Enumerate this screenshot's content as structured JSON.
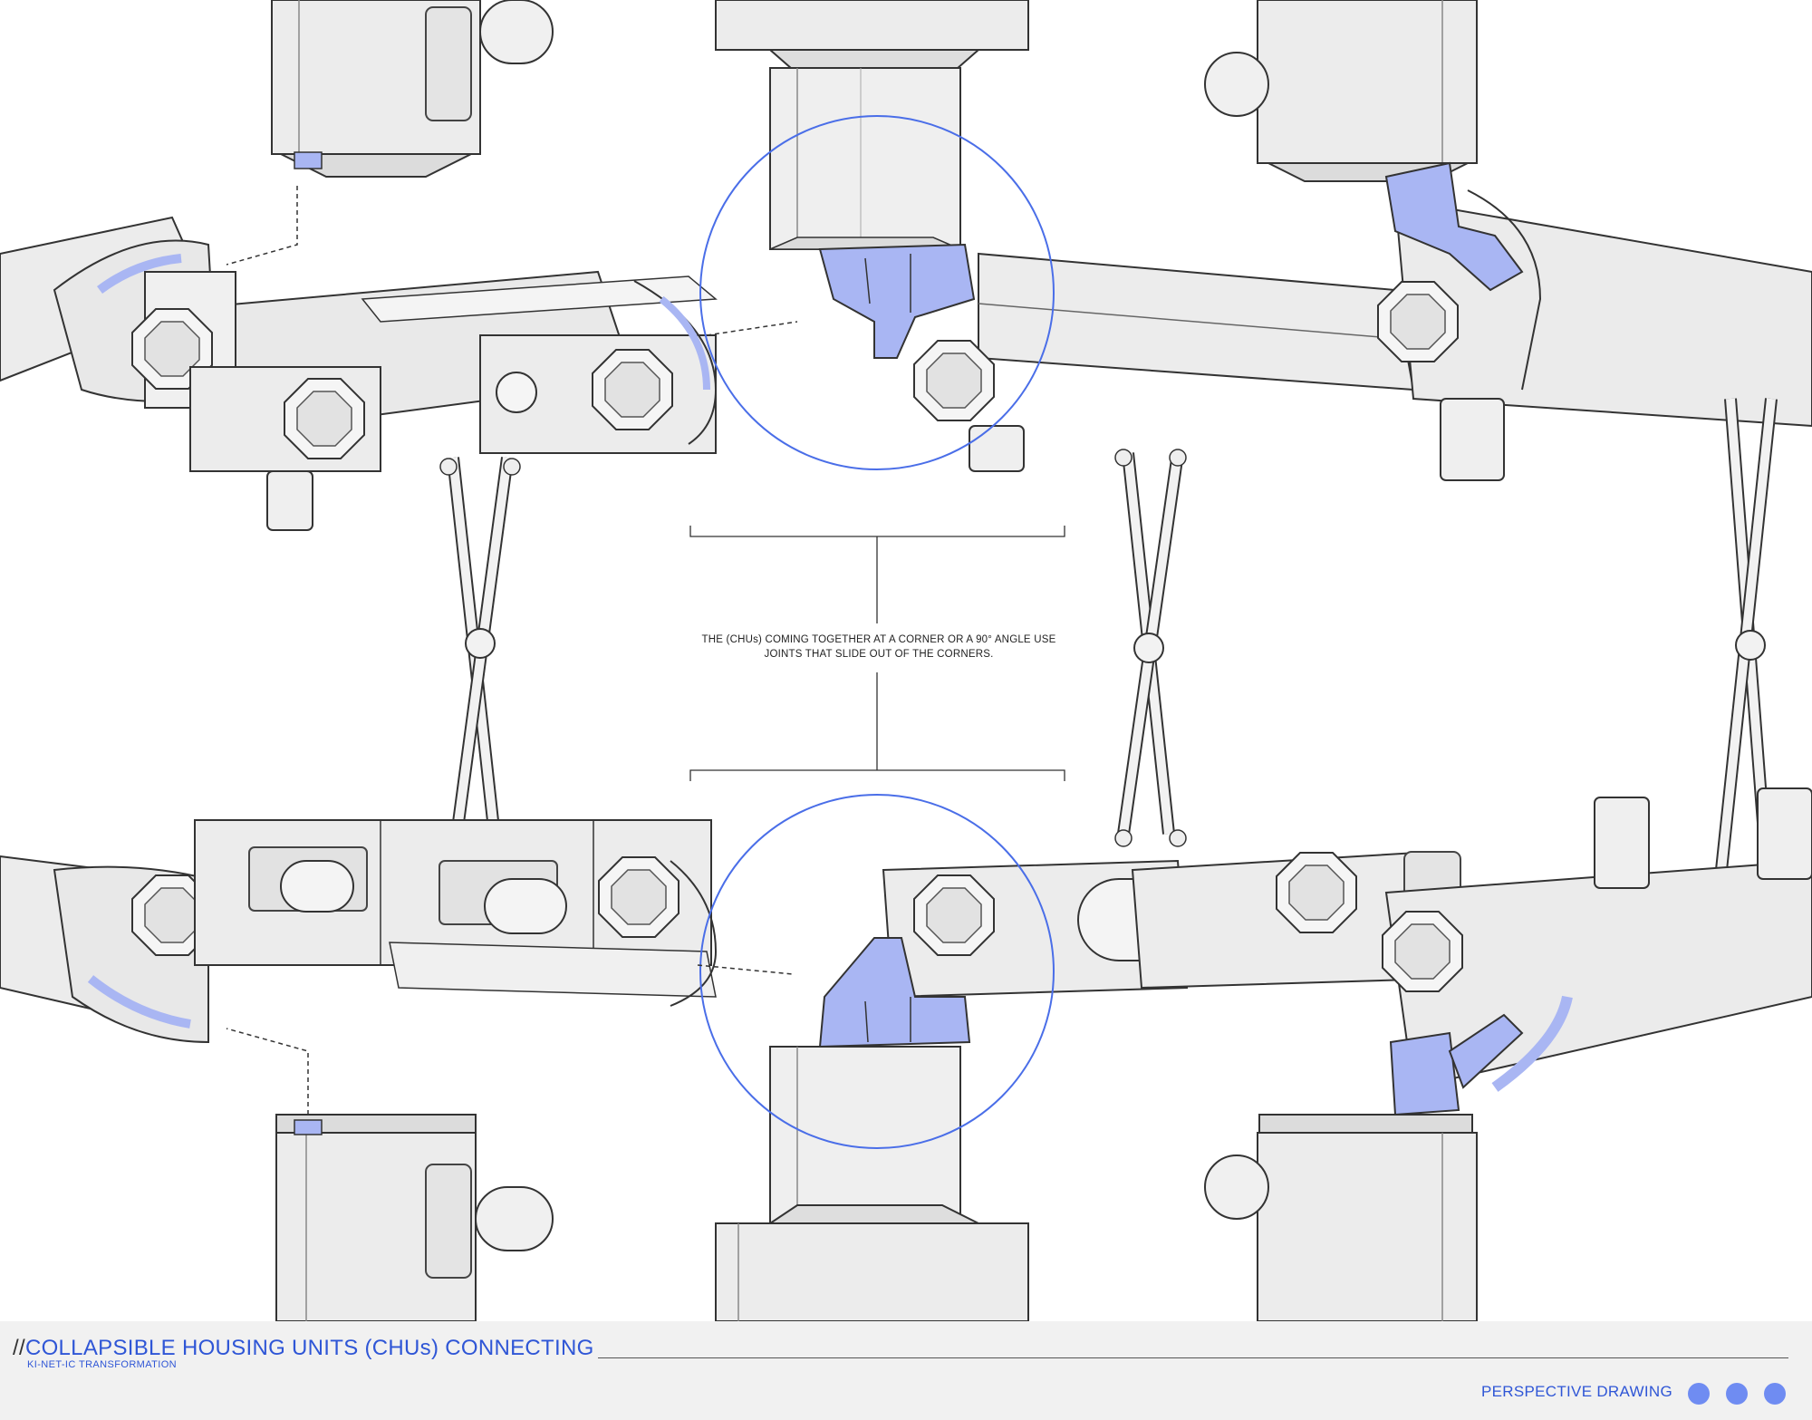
{
  "annotation": {
    "line1": "THE (CHUs) COMING TOGETHER AT A CORNER OR A 90° ANGLE USE",
    "line2": "JOINTS THAT SLIDE OUT OF THE CORNERS."
  },
  "footer": {
    "slashes": "//",
    "title": "COLLAPSIBLE HOUSING UNITS (CHUs) CONNECTING",
    "subtitle": "KI-NET-IC TRANSFORMATION",
    "view_label": "PERSPECTIVE DRAWING"
  },
  "colors": {
    "accent": "#2f56d6",
    "joint_blue": "#a9b6f3",
    "dot_blue": "#6f8cf2",
    "body_grey": "#ececec"
  }
}
